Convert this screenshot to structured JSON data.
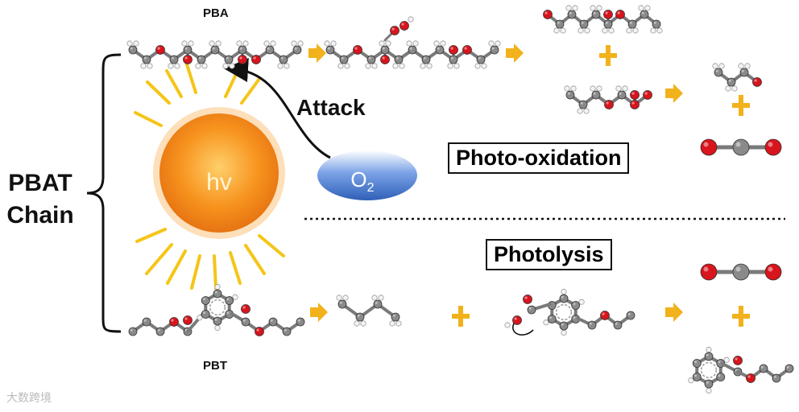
{
  "labels": {
    "pba": "PBA",
    "pbt": "PBT",
    "chain": "PBAT Chain",
    "attack": "Attack",
    "hv": "hv",
    "oxygen": "O",
    "oxygen_subscript": "2",
    "photo_oxidation": "Photo-oxidation",
    "photolysis": "Photolysis"
  },
  "watermark": "大数跨境",
  "colors": {
    "carbon": "#8a8a8a",
    "oxygen_atom": "#d8141c",
    "hydrogen": "#f4f4f4",
    "arrow": "#f2b21c",
    "sun_core": "#f7931e",
    "sun_rays": "#f5c518",
    "o2_ellipse": "#3f6fc6"
  },
  "icons": [
    "sun-icon",
    "o2-ellipse-icon",
    "molecule-icon",
    "reaction-arrow-icon",
    "plus-icon",
    "brace-icon"
  ]
}
